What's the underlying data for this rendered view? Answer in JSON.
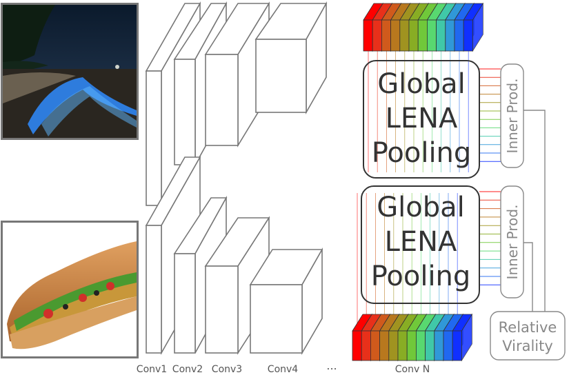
{
  "images": {
    "top": {
      "name": "bioluminescent-beach-photo"
    },
    "bottom": {
      "name": "sandwich-photo"
    }
  },
  "layers": {
    "conv1": "Conv1",
    "conv2": "Conv2",
    "conv3": "Conv3",
    "conv4": "Conv4",
    "ellipsis": "...",
    "convN": "Conv N"
  },
  "pooling": {
    "top": {
      "line1": "Global",
      "line2": "LENA",
      "line3": "Pooling"
    },
    "bottom": {
      "line1": "Global",
      "line2": "LENA",
      "line3": "Pooling"
    }
  },
  "inner_product": {
    "top": "Inner Prod.",
    "bottom": "Inner Prod."
  },
  "output": {
    "line1": "Relative",
    "line2": "Virality"
  },
  "colors": {
    "feature_slices": [
      "#ff0000",
      "#e8301a",
      "#d05a1c",
      "#b8781e",
      "#a09320",
      "#88ad24",
      "#70c83a",
      "#58d870",
      "#40c8a8",
      "#3098d8",
      "#2068f0",
      "#1030ff"
    ],
    "box_stroke": "#333333",
    "conv_stroke": "#777777"
  }
}
